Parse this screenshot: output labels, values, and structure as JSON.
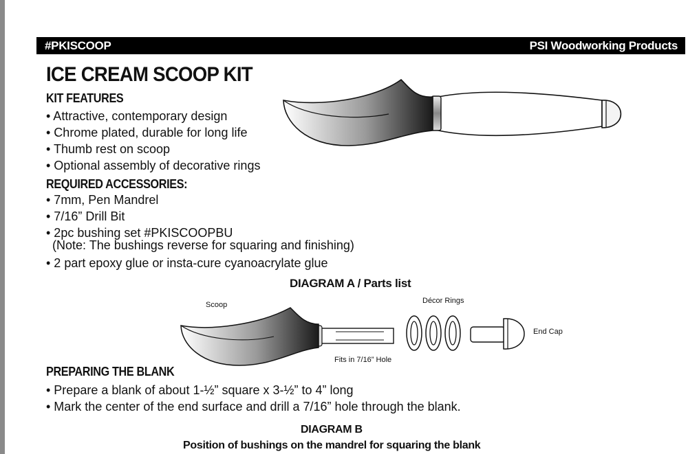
{
  "header": {
    "code": "#PKISCOOP",
    "brand": "PSI Woodworking Products"
  },
  "title": "ICE CREAM SCOOP KIT",
  "kit_features": {
    "heading": "KIT FEATURES",
    "items": [
      "•  Attractive, contemporary design",
      "• Chrome plated, durable for long life",
      "• Thumb rest on scoop",
      "• Optional assembly of decorative rings"
    ]
  },
  "required_accessories": {
    "heading": "REQUIRED ACCESSORIES:",
    "items": [
      "• 7mm, Pen Mandrel",
      "• 7/16” Drill Bit",
      "• 2pc bushing set #PKISCOOPBU"
    ],
    "note": "(Note: The bushings reverse for squaring and finishing)",
    "last_item": "• 2 part epoxy glue or insta-cure cyanoacrylate glue"
  },
  "diagram_a": {
    "title": "DIAGRAM A / Parts list",
    "labels": {
      "scoop": "Scoop",
      "decor_rings": "Décor Rings",
      "end_cap": "End Cap",
      "fits_in": "Fits in 7/16” Hole"
    }
  },
  "preparing": {
    "heading": "PREPARING THE BLANK",
    "items": [
      "• Prepare a blank of about 1-½” square x 3-½” to 4” long",
      "• Mark the center of the end surface and drill a 7/16” hole through the blank."
    ]
  },
  "diagram_b": {
    "title": "DIAGRAM B",
    "subtitle": "Position of bushings on the mandrel for squaring the blank"
  }
}
